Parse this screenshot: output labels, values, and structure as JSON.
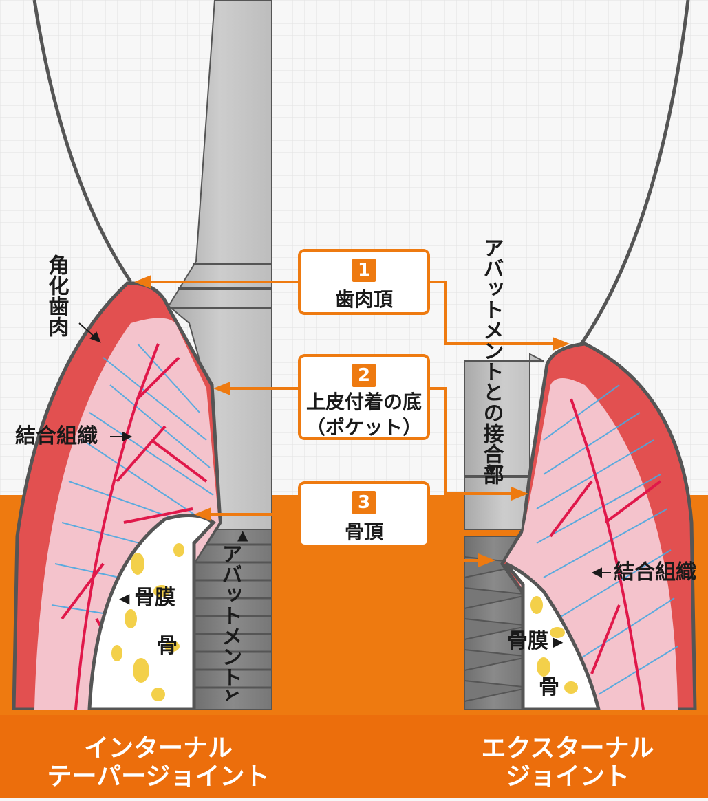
{
  "callouts": [
    {
      "num": "1",
      "lines": [
        "歯肉頂"
      ]
    },
    {
      "num": "2",
      "lines": [
        "上皮付着の底",
        "（ポケット）"
      ]
    },
    {
      "num": "3",
      "lines": [
        "骨頂"
      ]
    }
  ],
  "left": {
    "keratinized_gingiva": "角化歯肉",
    "connective_tissue": "結合組織",
    "periosteum": "骨膜",
    "bone": "骨",
    "abutment_junction": "アバットメントとの接合部",
    "title_line1": "インターナル",
    "title_line2": "テーパージョイント"
  },
  "right": {
    "abutment_junction": "アバットメントとの接合部",
    "connective_tissue": "結合組織",
    "periosteum": "骨膜",
    "bone": "骨",
    "title_line1": "エクスターナル",
    "title_line2": "ジョイント"
  },
  "colors": {
    "accent_orange": "#ee7a10",
    "gingiva_red": "#e25050",
    "tissue_pink": "#f4c3cc",
    "vessel_red": "#e0184a",
    "fiber_blue": "#4aa8e0",
    "bone_yellow": "#f3d04a",
    "implant_gray": "#8a8a8a"
  }
}
